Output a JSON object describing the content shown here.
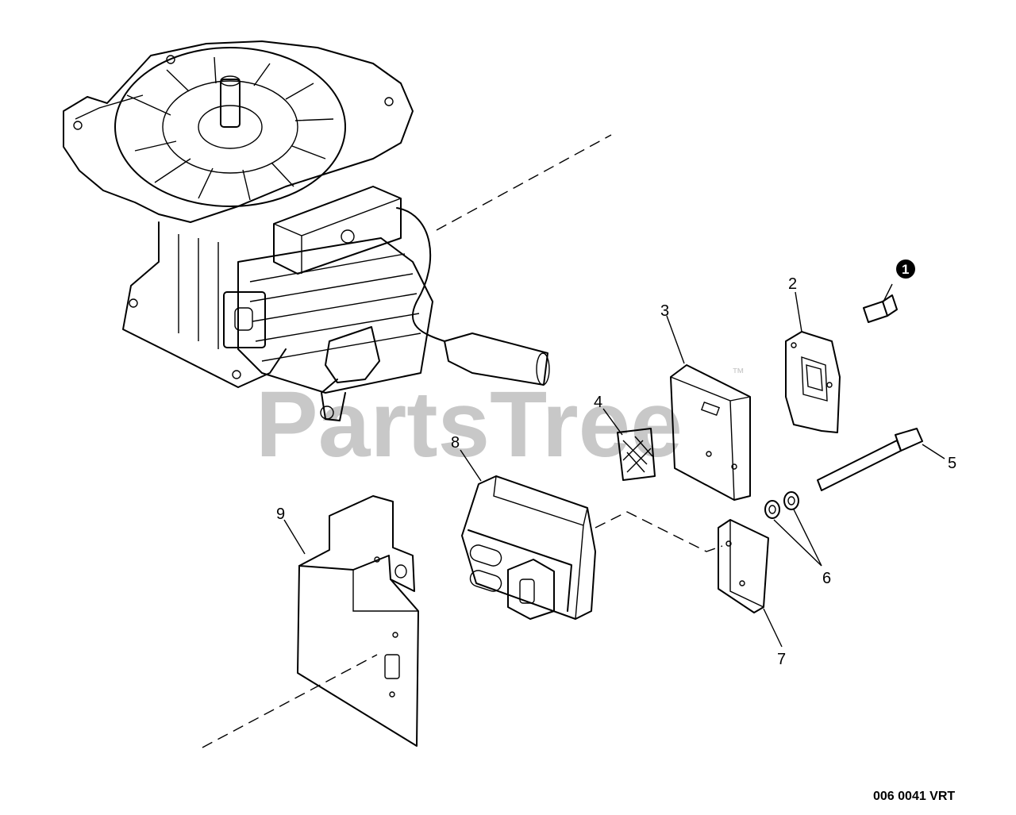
{
  "watermark": {
    "text": "PartsTree",
    "trademark": "™"
  },
  "reference_code": "006 0041 VRT",
  "kit_marker": {
    "label": "1"
  },
  "callouts": [
    {
      "id": "c1",
      "label": "1"
    },
    {
      "id": "c2",
      "label": "2"
    },
    {
      "id": "c3",
      "label": "3"
    },
    {
      "id": "c4",
      "label": "4"
    },
    {
      "id": "c5",
      "label": "5"
    },
    {
      "id": "c6",
      "label": "6"
    },
    {
      "id": "c7",
      "label": "7"
    },
    {
      "id": "c8",
      "label": "8"
    },
    {
      "id": "c9",
      "label": "9"
    }
  ],
  "colors": {
    "line": "#000000",
    "watermark": "#c8c8c8",
    "background": "#ffffff"
  }
}
